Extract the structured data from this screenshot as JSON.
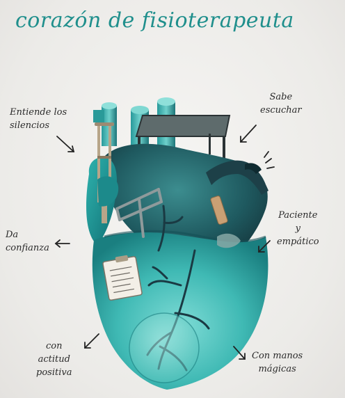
{
  "title": "corazón de fisioterapeuta",
  "notes": {
    "silencios": [
      "Entiende los",
      "silencios"
    ],
    "escuchar": [
      "Sabe",
      "escuchar"
    ],
    "confianza": [
      "Da",
      "confianza"
    ],
    "paciente": [
      "Paciente",
      "y",
      "empático"
    ],
    "actitud": [
      "con",
      "actitud",
      "positiva"
    ],
    "manos": [
      "Con manos",
      "mágicas"
    ]
  },
  "colors": {
    "title": "#1f8f8c",
    "heart_light": "#6fd3cf",
    "heart_mid": "#2aa7a4",
    "heart_dark": "#1d5f63",
    "heart_darkest": "#173a40",
    "ink": "#2a2a2a",
    "background": "#eeece9"
  },
  "icons": [
    "crutch-icon",
    "table-icon",
    "walker-icon",
    "clipboard-icon",
    "bandage-icon",
    "ball-icon",
    "arrow-icon"
  ]
}
